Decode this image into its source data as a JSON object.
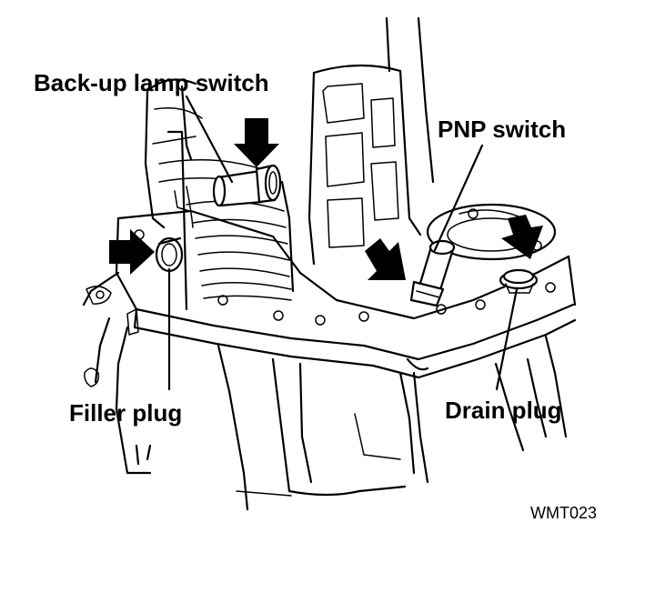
{
  "figure": {
    "code": "WMT023",
    "labels": {
      "backup_lamp_switch": "Back-up lamp switch",
      "pnp_switch": "PNP switch",
      "filler_plug": "Filler plug",
      "drain_plug": "Drain plug"
    }
  },
  "colors": {
    "ink": "#000000",
    "paper": "#ffffff"
  }
}
